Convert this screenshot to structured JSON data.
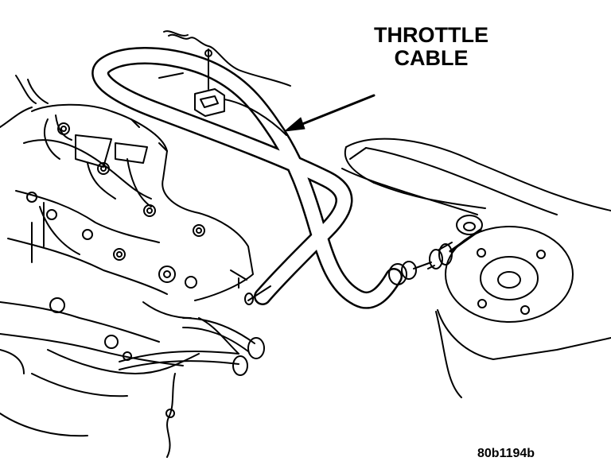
{
  "callout": {
    "line1": "THROTTLE",
    "line2": "CABLE"
  },
  "figure_id": "80b1194b",
  "colors": {
    "ink": "#000000",
    "paper": "#ffffff"
  }
}
